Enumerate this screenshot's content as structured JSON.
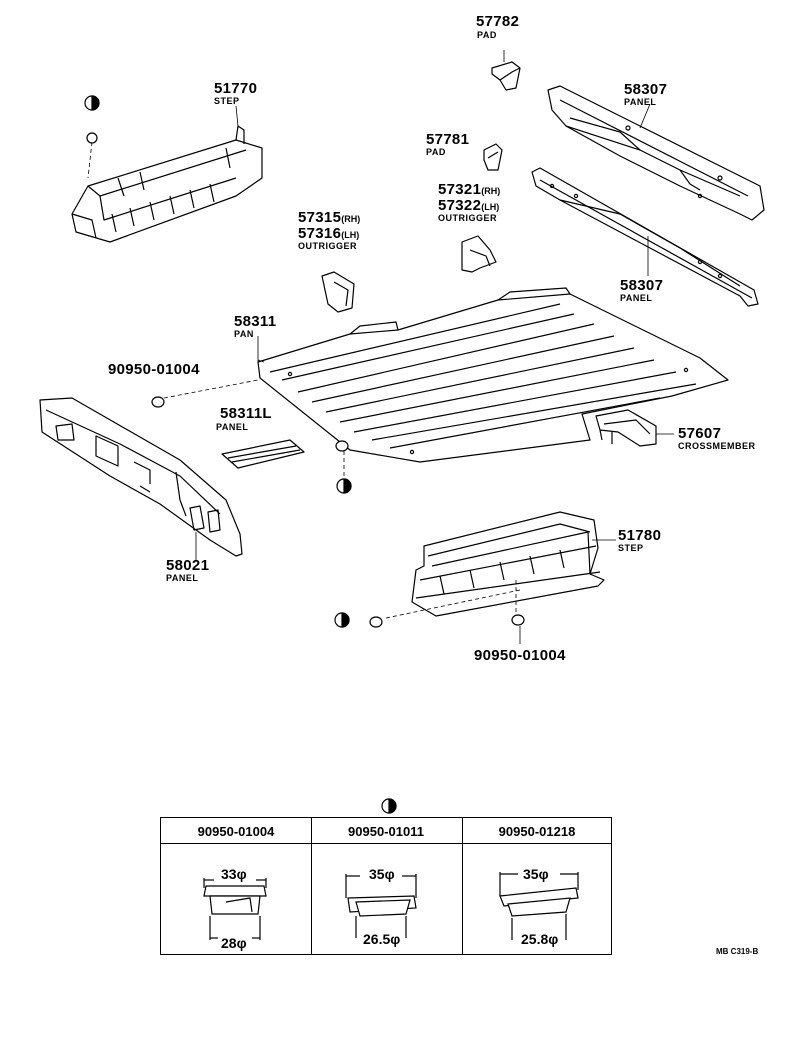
{
  "callouts": {
    "p57782": {
      "number": "57782",
      "name": "PAD"
    },
    "p51770": {
      "number": "51770",
      "name": "STEP"
    },
    "p58307_top": {
      "number": "58307",
      "name": "PANEL"
    },
    "p57781": {
      "number": "57781",
      "name": "PAD"
    },
    "p57321": {
      "number": "57321",
      "suffix": "(RH)"
    },
    "p57322": {
      "number": "57322",
      "suffix": "(LH)",
      "name": "OUTRIGGER"
    },
    "p57315": {
      "number": "57315",
      "suffix": "(RH)"
    },
    "p57316": {
      "number": "57316",
      "suffix": "(LH)",
      "name": "OUTRIGGER"
    },
    "p58307_bottom": {
      "number": "58307",
      "name": "PANEL"
    },
    "p58311": {
      "number": "58311",
      "name": "PAN"
    },
    "p90950_left": {
      "number": "90950-01004"
    },
    "p58311L": {
      "number": "58311L",
      "name": "PANEL"
    },
    "p57607": {
      "number": "57607",
      "name": "CROSSMEMBER"
    },
    "p58021": {
      "number": "58021",
      "name": "PANEL"
    },
    "p51780": {
      "number": "51780",
      "name": "STEP"
    },
    "p90950_bottom": {
      "number": "90950-01004"
    }
  },
  "plug_table": {
    "columns": [
      {
        "part": "90950-01004",
        "top_dim": "33φ",
        "bottom_dim": "28φ"
      },
      {
        "part": "90950-01011",
        "top_dim": "35φ",
        "bottom_dim": "26.5φ"
      },
      {
        "part": "90950-01218",
        "top_dim": "35φ",
        "bottom_dim": "25.8φ"
      }
    ]
  },
  "figure_code": "MB C319-B",
  "icons": [
    "half-circle-plug-icon"
  ]
}
